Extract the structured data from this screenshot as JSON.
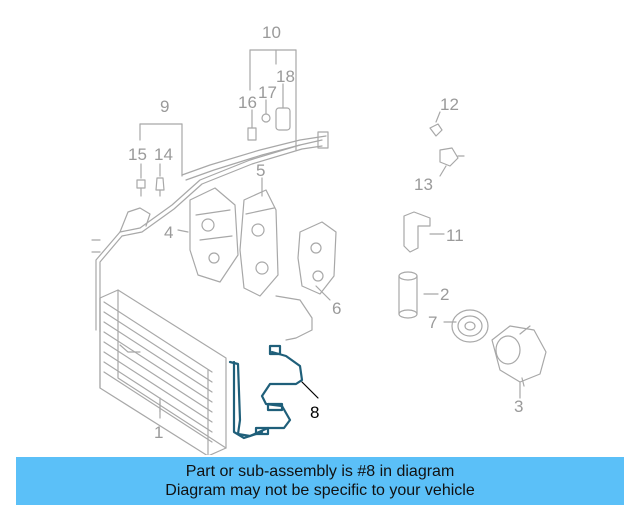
{
  "diagram": {
    "callouts": [
      "1",
      "2",
      "3",
      "4",
      "5",
      "6",
      "7",
      "8",
      "9",
      "10",
      "11",
      "12",
      "13",
      "14",
      "15",
      "16",
      "17",
      "18"
    ],
    "highlighted": "8"
  },
  "caption": {
    "line1": "Part or sub-assembly is #8 in diagram",
    "line2": "Diagram may not be specific to your vehicle"
  },
  "colors": {
    "highlight_part": "#1f5f7a",
    "faded_lines": "#a8a8a8",
    "caption_bg": "#5bc0f8"
  }
}
